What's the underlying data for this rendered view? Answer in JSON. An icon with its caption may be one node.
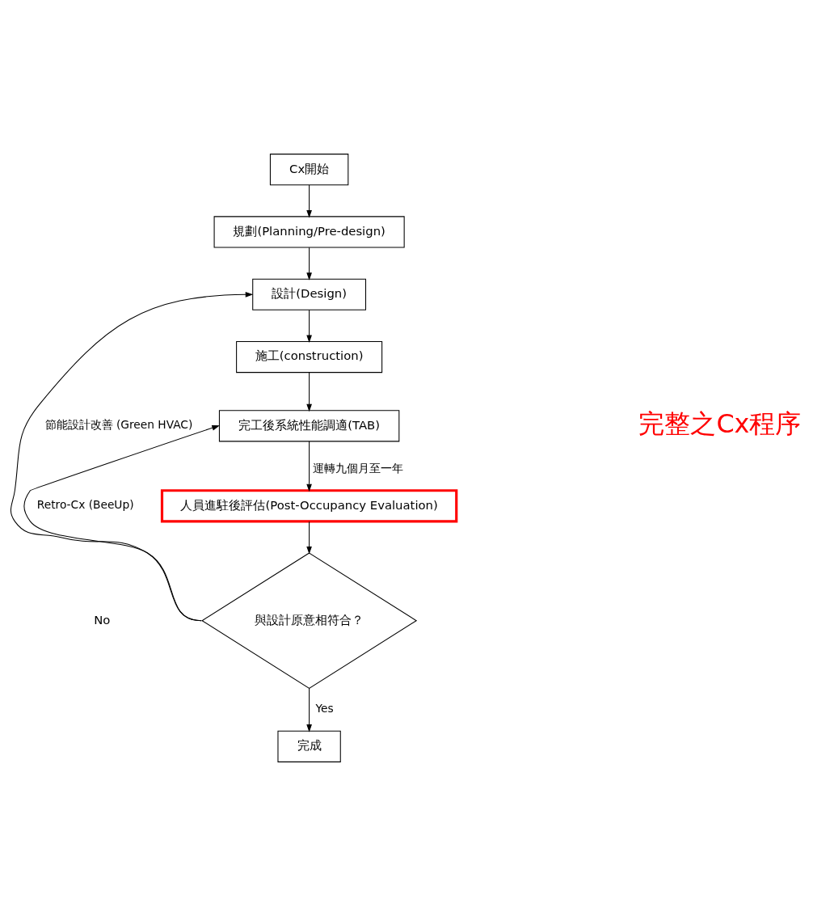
{
  "diagram": {
    "nodes": [
      {
        "text": [
          "Cx開始"
        ]
      },
      {
        "text": [
          "規劃(Planning/Pre-design)"
        ]
      },
      {
        "text": [
          "設計(Design)"
        ]
      },
      {
        "text": [
          "施工(construction)"
        ]
      },
      {
        "text": [
          "完工後系統性能調適(TAB)"
        ]
      },
      {
        "text": [
          "人員進駐後評估(Post-Occupancy Evaluation)"
        ]
      },
      {
        "text": [
          "與設計原意相符合？"
        ]
      },
      {
        "text": [
          "完成"
        ]
      }
    ],
    "edges": [
      {
        "from": 0,
        "to": 1,
        "arrow": "to"
      },
      {
        "from": 1,
        "to": 2,
        "arrow": "to"
      },
      {
        "from": 2,
        "to": 3,
        "arrow": "to"
      },
      {
        "from": 3,
        "to": 4,
        "arrow": "to"
      },
      {
        "from": 4,
        "to": 5,
        "arrow": "to",
        "label": "運轉九個月至一年"
      },
      {
        "from": 5,
        "to": 6,
        "arrow": "to"
      },
      {
        "from": 6,
        "to": 7,
        "arrow": "to",
        "label": "Yes"
      },
      {
        "from": 6,
        "to": 2,
        "arrow": "to",
        "label": "節能設計改善 (Green HVAC)"
      },
      {
        "from": 6,
        "to": 4,
        "arrow": "to",
        "label": "Retro-Cx (BeeUp)"
      }
    ],
    "labels": [
      "No",
      "完整之Cx程序"
    ]
  }
}
